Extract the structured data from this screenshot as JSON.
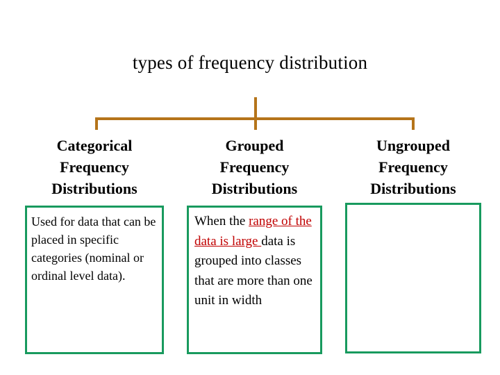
{
  "slide": {
    "title": "types of frequency distribution",
    "colors": {
      "connector": "#b5741a",
      "box_border": "#189a5e",
      "emphasis_red": "#c00000",
      "text": "#000000",
      "background": "#ffffff"
    }
  },
  "columns": [
    {
      "heading_lines": [
        "Categorical",
        "Frequency",
        "Distributions"
      ],
      "body_text": "Used for data that can be placed in specific categories (nominal or ordinal level data).",
      "body_segments": [
        {
          "text": "Used for data that can be placed in specific categories (nominal or ordinal level data).",
          "style": "plain"
        }
      ]
    },
    {
      "heading_lines": [
        "Grouped",
        "Frequency",
        "Distributions"
      ],
      "body_text": "When the range of the data is large data is grouped into classes that are more than one unit in width",
      "body_segments": [
        {
          "text": "When the ",
          "style": "plain"
        },
        {
          "text": "range of the data is large ",
          "style": "red-underline"
        },
        {
          "text": "data is grouped into classes that are more than one unit in width",
          "style": "plain"
        }
      ]
    },
    {
      "heading_lines": [
        "Ungrouped",
        "Frequency",
        "Distributions"
      ],
      "body_text": "",
      "body_segments": []
    }
  ]
}
